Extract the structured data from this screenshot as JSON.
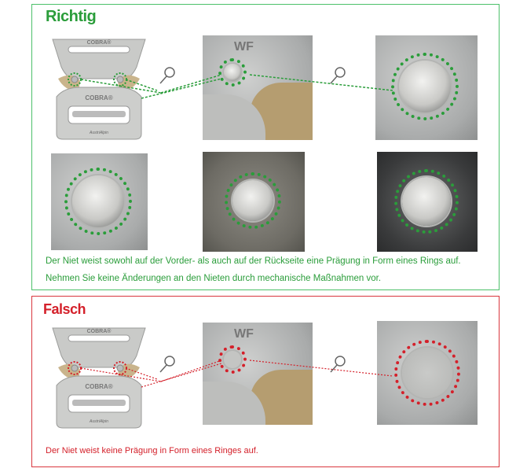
{
  "correct": {
    "title": "Richtig",
    "line1": "Der Niet weist sowohl auf der Vorder- als auch auf der Rückseite eine Prägung in Form eines Rings auf.",
    "line2": "Nehmen Sie keine Änderungen an den Nieten durch mechanische Maßnahmen vor.",
    "color": "#2a9d3a"
  },
  "wrong": {
    "title": "Falsch",
    "line1": "Der Niet weist keine Prägung in Form eines Ringes auf.",
    "color": "#d4202a"
  },
  "buckle": {
    "brand": "COBRA®",
    "maker": "AustriAlpin",
    "stamp": "WF"
  },
  "icons": [
    "magnifier-icon"
  ]
}
